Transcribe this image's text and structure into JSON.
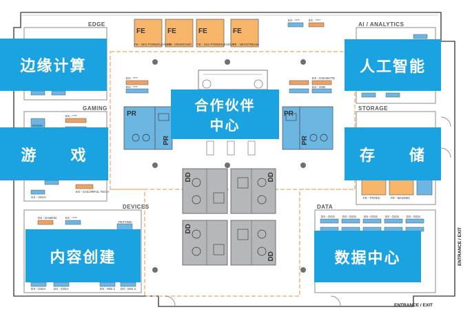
{
  "callouts": {
    "edge": "边缘计算",
    "gaming": "游　　戏",
    "creation": "内容创建",
    "partner_line1": "合作伙伴",
    "partner_line2": "中心",
    "ai": "人工智能",
    "storage": "存　　储",
    "datacenter": "数据中心"
  },
  "sections": {
    "edge": "EDGE",
    "gaming": "GAMING",
    "devices": "DEVICES",
    "ai": "AI / ANALYTICS",
    "storage": "STORAGE",
    "data": "DATA"
  },
  "entrances": {
    "bottom": "ENTRANCE / EXIT",
    "right": "ENTRANCE / EXIT"
  },
  "booths": {
    "fe_top": [
      "FE - SK2 POWERLEADER",
      "FE - VIEWSONIC",
      "FE - SK2 POWERLEADER",
      "FE - NEXSTREAM"
    ],
    "fe_code": "FE",
    "pr_code": "PR",
    "dd_code": "DD",
    "ex_left": [
      "EX - ****",
      "EX - ****"
    ],
    "ex_right": [
      "EX - GIGABYTE",
      "EX - SXD"
    ],
    "ex_top_right": [
      "EX - ****",
      "EX - ****"
    ],
    "gaming_labels": [
      "NVIDIA",
      "EX - COLORFUL TECH",
      "EX - ****",
      "GX - GIGA"
    ],
    "devices_labels": [
      "DX - DAMON",
      "EX - ****",
      "PETTING"
    ],
    "devices_bottom": [
      "DX - GIGA",
      "DX - GIGA",
      "DX - MSI 1",
      "DX - MSI 2"
    ],
    "storage_labels": [
      "FE - PNTEC",
      "FE - MADHIN"
    ],
    "data_labels": [
      "DX - DGS",
      "DX - DGS",
      "DX - DGS",
      "DX - DGS",
      "DX - DGS",
      "DX - DGS"
    ]
  },
  "colors": {
    "callout": "#1aa3e0",
    "booth_blue": "#6bb6e3",
    "booth_orange": "#f0a060",
    "booth_grey": "#a7a9ac",
    "outline": "#8a8a8a"
  }
}
